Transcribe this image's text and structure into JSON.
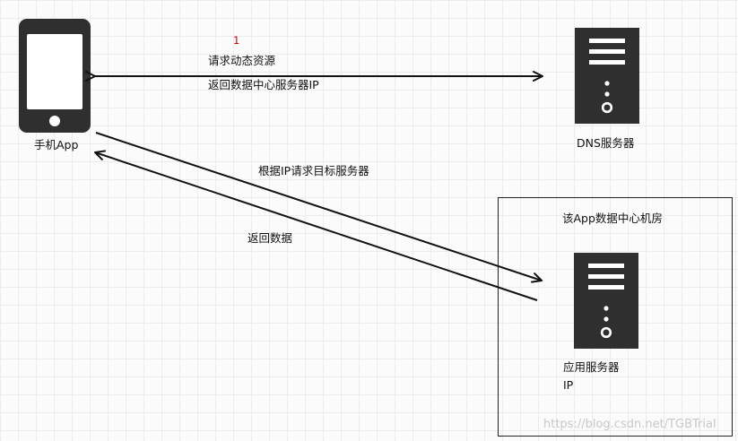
{
  "diagram": {
    "step_number": "1",
    "labels": {
      "phone": "手机App",
      "dns_server": "DNS服务器",
      "datacenter": "该App数据中心机房",
      "app_server": "应用服务器",
      "ip": "IP"
    },
    "messages": {
      "request_resource": "请求动态资源",
      "return_ip": "返回数据中心服务器IP",
      "request_by_ip": "根据IP请求目标服务器",
      "return_data": "返回数据"
    },
    "watermark": "https://blog.csdn.net/TGBTrial",
    "colors": {
      "icon": "#2f2f2f",
      "line": "#111111",
      "step_number": "#d00000"
    },
    "icons": {
      "phone": "smartphone-icon",
      "dns_server": "server-icon",
      "app_server": "server-icon"
    }
  }
}
